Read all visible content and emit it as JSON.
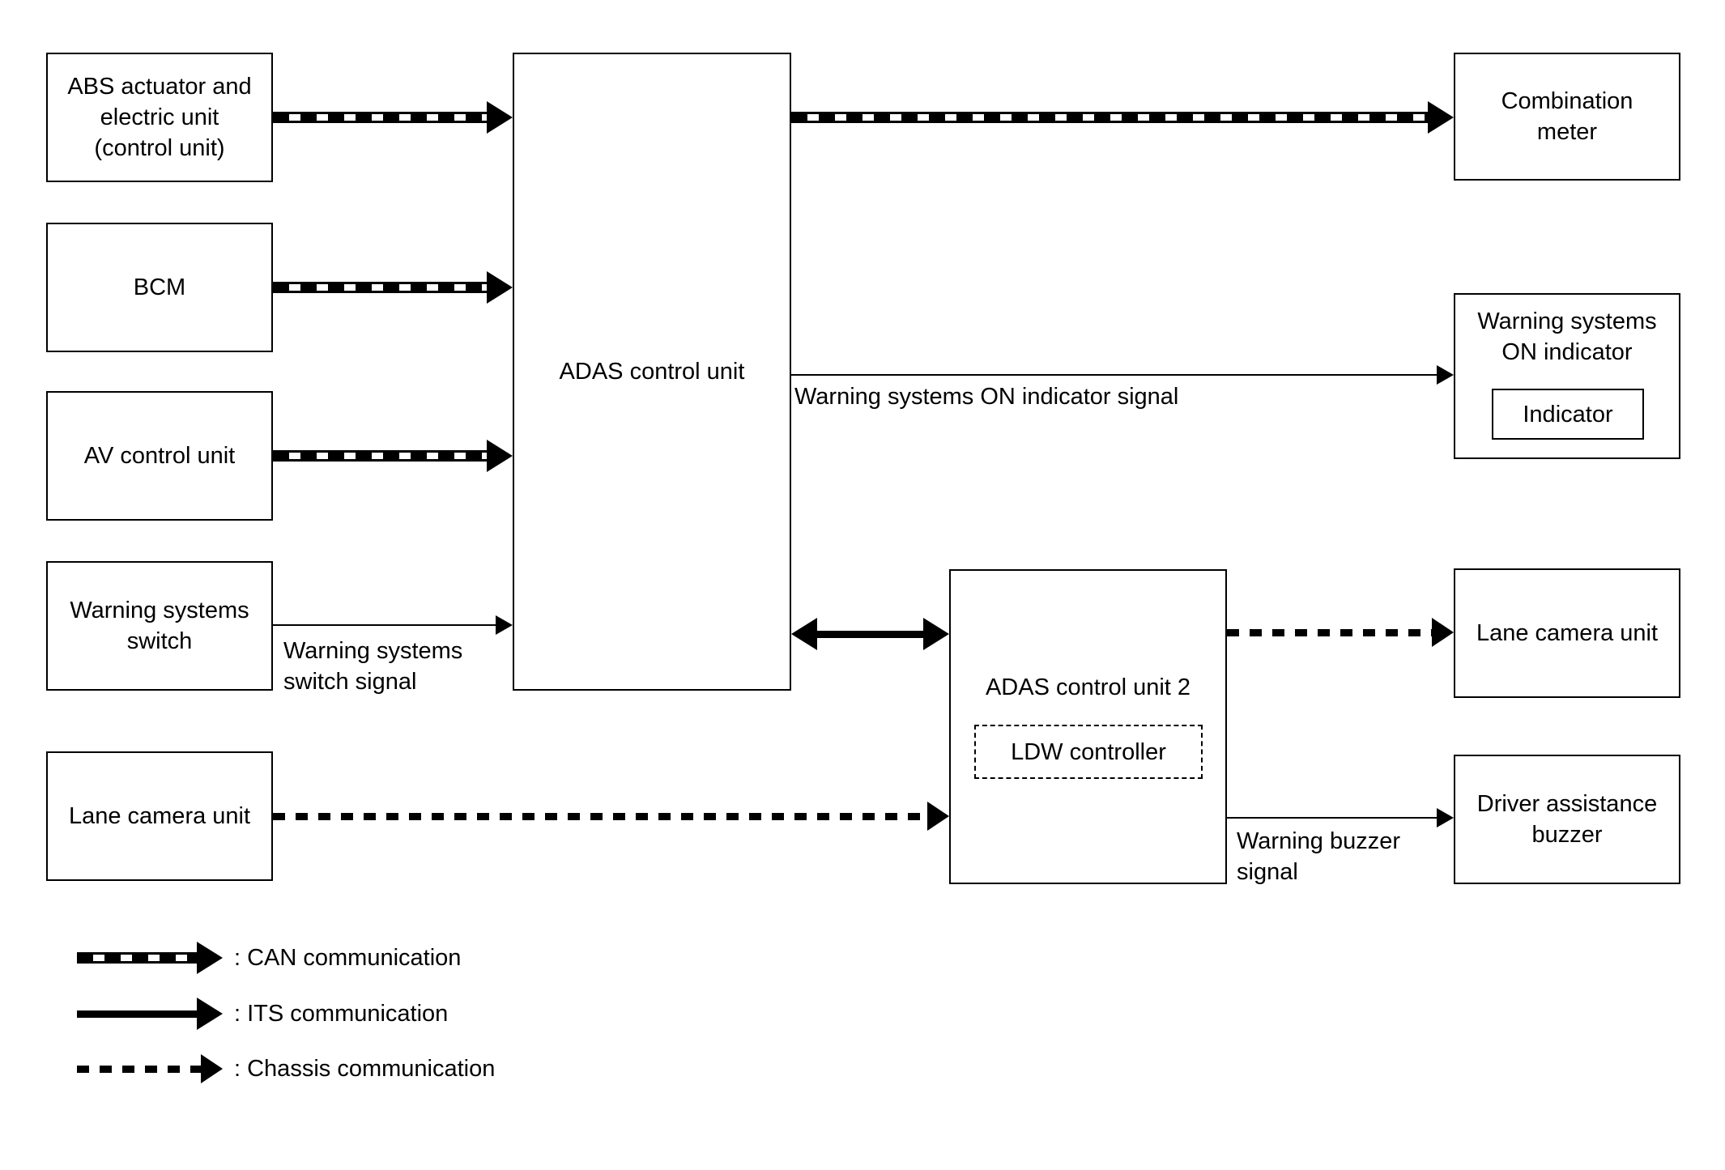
{
  "diagram": {
    "title_implicit": "ADAS warning system communication diagram",
    "background_color": "#ffffff",
    "line_color": "#000000"
  },
  "boxes": {
    "abs": {
      "label": "ABS actuator and\nelectric unit\n(control unit)"
    },
    "bcm": {
      "label": "BCM"
    },
    "av": {
      "label": "AV control unit"
    },
    "wss": {
      "label": "Warning systems\nswitch"
    },
    "lcu_left": {
      "label": "Lane camera unit"
    },
    "adas1": {
      "label": "ADAS control unit"
    },
    "adas2": {
      "label": "ADAS control unit 2"
    },
    "ldw": {
      "label": "LDW controller"
    },
    "combo": {
      "label": "Combination\nmeter"
    },
    "wsi": {
      "label": "Warning systems\nON indicator"
    },
    "indicator": {
      "label": "Indicator"
    },
    "lcu_right": {
      "label": "Lane camera unit"
    },
    "dab": {
      "label": "Driver assistance\nbuzzer"
    }
  },
  "connections": [
    {
      "from": "ABS actuator and electric unit (control unit)",
      "to": "ADAS control unit",
      "type": "CAN"
    },
    {
      "from": "BCM",
      "to": "ADAS control unit",
      "type": "CAN"
    },
    {
      "from": "AV control unit",
      "to": "ADAS control unit",
      "type": "CAN"
    },
    {
      "from": "Warning systems switch",
      "to": "ADAS control unit",
      "type": "signal",
      "label": "Warning systems\nswitch signal"
    },
    {
      "from": "ADAS control unit",
      "to": "Combination meter",
      "type": "CAN"
    },
    {
      "from": "ADAS control unit",
      "to": "Warning systems ON indicator",
      "type": "signal",
      "label": "Warning systems ON indicator signal"
    },
    {
      "from": "ADAS control unit",
      "to": "ADAS control unit 2",
      "type": "ITS",
      "bidirectional": true
    },
    {
      "from": "ADAS control unit 2",
      "to": "Lane camera unit (right)",
      "type": "Chassis"
    },
    {
      "from": "Lane camera unit (left)",
      "to": "ADAS control unit 2",
      "type": "Chassis"
    },
    {
      "from": "ADAS control unit 2",
      "to": "Driver assistance buzzer",
      "type": "signal",
      "label": "Warning buzzer\nsignal"
    }
  ],
  "legend": {
    "items": [
      {
        "type": "CAN",
        "label": ": CAN communication"
      },
      {
        "type": "ITS",
        "label": ": ITS communication"
      },
      {
        "type": "Chassis",
        "label": ": Chassis communication"
      }
    ]
  }
}
